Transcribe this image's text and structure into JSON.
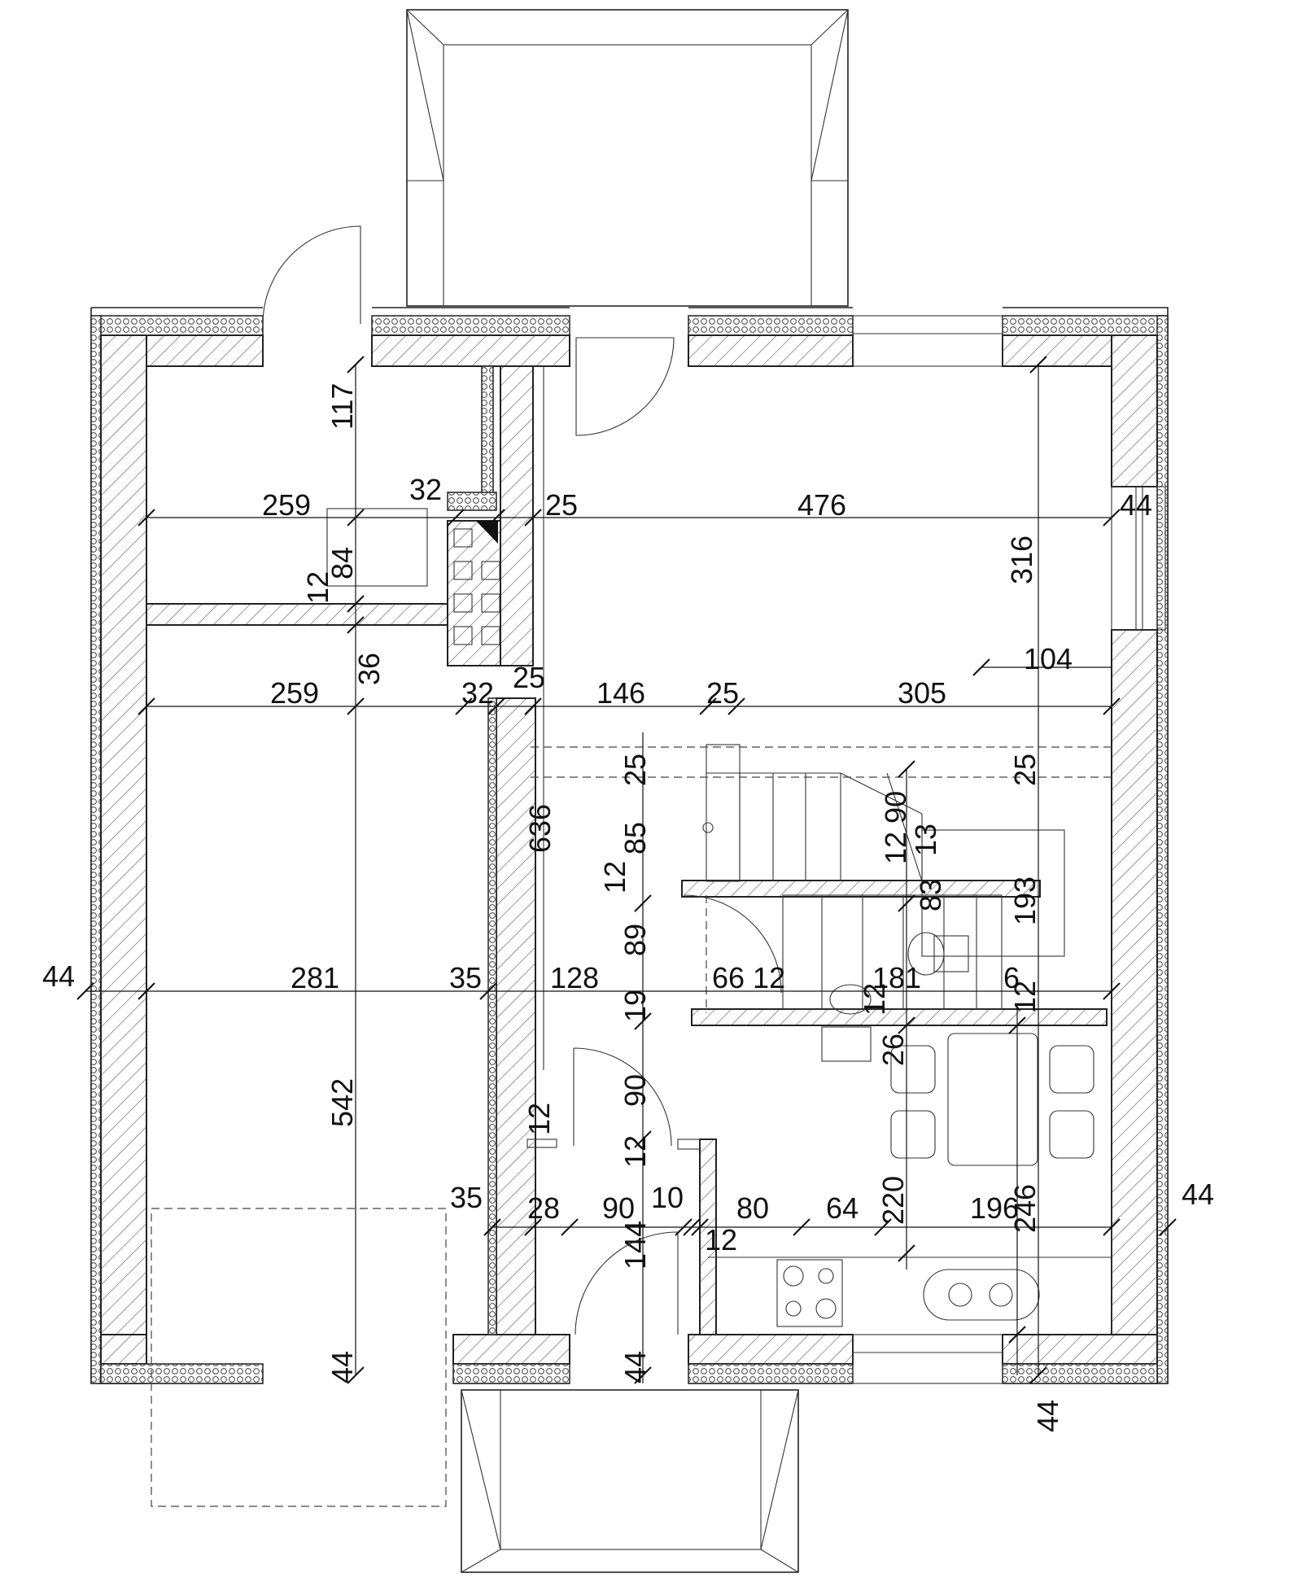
{
  "drawing": {
    "stroke_color": "#222222",
    "background": "#ffffff",
    "dimension_labels": [
      "117",
      "259",
      "32",
      "25",
      "476",
      "44",
      "84",
      "12",
      "316",
      "36",
      "104",
      "259",
      "32",
      "25",
      "146",
      "25",
      "305",
      "25",
      "25",
      "636",
      "85",
      "12 90",
      "13",
      "12",
      "83",
      "193",
      "89",
      "44",
      "281",
      "35",
      "128",
      "66 12",
      "181",
      "6",
      "19",
      "12",
      "12",
      "26",
      "542",
      "90",
      "12",
      "12",
      "35",
      "28",
      "90",
      "10",
      "80",
      "64",
      "220",
      "196",
      "246",
      "44",
      "12",
      "144",
      "44",
      "44",
      "44"
    ]
  }
}
